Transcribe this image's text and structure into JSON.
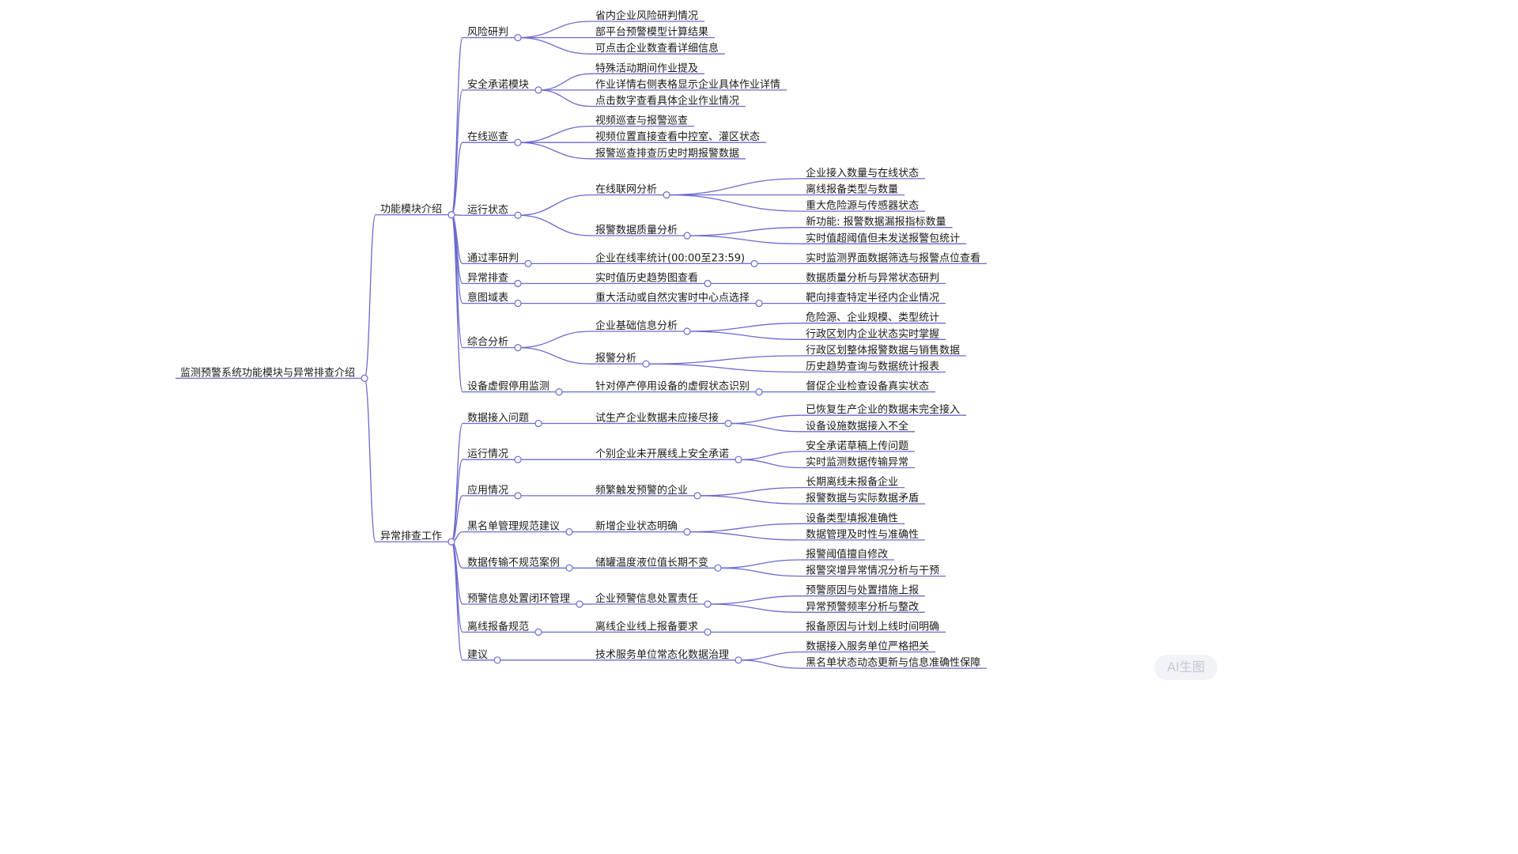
{
  "root": {
    "text": "监测预警系统功能模块与异常排查介绍",
    "children": [
      {
        "text": "功能模块介绍",
        "children": [
          {
            "text": "风险研判",
            "children": [
              {
                "text": "省内企业风险研判情况"
              },
              {
                "text": "部平台预警模型计算结果"
              },
              {
                "text": "可点击企业数查看详细信息"
              }
            ]
          },
          {
            "text": "安全承诺模块",
            "children": [
              {
                "text": "特殊活动期间作业提及"
              },
              {
                "text": "作业详情右侧表格显示企业具体作业详情"
              },
              {
                "text": "点击数字查看具体企业作业情况"
              }
            ]
          },
          {
            "text": "在线巡查",
            "children": [
              {
                "text": "视频巡查与报警巡查"
              },
              {
                "text": "视频位置直接查看中控室、灌区状态"
              },
              {
                "text": "报警巡查排查历史时期报警数据"
              }
            ]
          },
          {
            "text": "运行状态",
            "children": [
              {
                "text": "在线联网分析",
                "children": [
                  {
                    "text": "企业接入数量与在线状态"
                  },
                  {
                    "text": "离线报备类型与数量"
                  },
                  {
                    "text": "重大危险源与传感器状态"
                  }
                ]
              },
              {
                "text": "报警数据质量分析",
                "children": [
                  {
                    "text": "新功能: 报警数据漏报指标数量"
                  },
                  {
                    "text": "实时值超阈值但未发送报警包统计"
                  }
                ]
              }
            ]
          },
          {
            "text": "通过率研判",
            "children": [
              {
                "text": "企业在线率统计(00:00至23:59)",
                "children": [
                  {
                    "text": "实时监测界面数据筛选与报警点位查看"
                  }
                ]
              }
            ]
          },
          {
            "text": "异常排查",
            "children": [
              {
                "text": "实时值历史趋势图查看",
                "children": [
                  {
                    "text": "数据质量分析与异常状态研判"
                  }
                ]
              }
            ]
          },
          {
            "text": "意图域表",
            "children": [
              {
                "text": "重大活动或自然灾害时中心点选择",
                "children": [
                  {
                    "text": "靶向排查特定半径内企业情况"
                  }
                ]
              }
            ]
          },
          {
            "text": "综合分析",
            "children": [
              {
                "text": "企业基础信息分析",
                "children": [
                  {
                    "text": "危险源、企业规模、类型统计"
                  },
                  {
                    "text": "行政区划内企业状态实时掌握"
                  }
                ]
              },
              {
                "text": "报警分析",
                "children": [
                  {
                    "text": "行政区划整体报警数据与销售数据"
                  },
                  {
                    "text": "历史趋势查询与数据统计报表"
                  }
                ]
              }
            ]
          },
          {
            "text": "设备虚假停用监测",
            "children": [
              {
                "text": "针对停产停用设备的虚假状态识别",
                "children": [
                  {
                    "text": "督促企业检查设备真实状态"
                  }
                ]
              }
            ]
          }
        ]
      },
      {
        "text": "异常排查工作",
        "children": [
          {
            "text": "数据接入问题",
            "children": [
              {
                "text": "试生产企业数据未应接尽接",
                "children": [
                  {
                    "text": "已恢复生产企业的数据未完全接入"
                  },
                  {
                    "text": "设备设施数据接入不全"
                  }
                ]
              }
            ]
          },
          {
            "text": "运行情况",
            "children": [
              {
                "text": "个别企业未开展线上安全承诺",
                "children": [
                  {
                    "text": "安全承诺草稿上传问题"
                  },
                  {
                    "text": "实时监测数据传输异常"
                  }
                ]
              }
            ]
          },
          {
            "text": "应用情况",
            "children": [
              {
                "text": "频繁触发预警的企业",
                "children": [
                  {
                    "text": "长期离线未报备企业"
                  },
                  {
                    "text": "报警数据与实际数据矛盾"
                  }
                ]
              }
            ]
          },
          {
            "text": "黑名单管理规范建议",
            "children": [
              {
                "text": "新增企业状态明确",
                "children": [
                  {
                    "text": "设备类型填报准确性"
                  },
                  {
                    "text": "数据管理及时性与准确性"
                  }
                ]
              }
            ]
          },
          {
            "text": "数据传输不规范案例",
            "children": [
              {
                "text": "储罐温度液位值长期不变",
                "children": [
                  {
                    "text": "报警阈值擅自修改"
                  },
                  {
                    "text": "报警突增异常情况分析与干预"
                  }
                ]
              }
            ]
          },
          {
            "text": "预警信息处置闭环管理",
            "children": [
              {
                "text": "企业预警信息处置责任",
                "children": [
                  {
                    "text": "预警原因与处置措施上报"
                  },
                  {
                    "text": "异常预警频率分析与整改"
                  }
                ]
              }
            ]
          },
          {
            "text": "离线报备规范",
            "children": [
              {
                "text": "离线企业线上报备要求",
                "children": [
                  {
                    "text": "报备原因与计划上线时间明确"
                  }
                ]
              }
            ]
          },
          {
            "text": "建议",
            "children": [
              {
                "text": "技术服务单位常态化数据治理",
                "children": [
                  {
                    "text": "数据接入服务单位严格把关"
                  },
                  {
                    "text": "黑名单状态动态更新与信息准确性保障"
                  }
                ]
              }
            ]
          }
        ]
      }
    ]
  },
  "watermark": "AI生图",
  "colors": {
    "line": "#6a6ad0",
    "text": "#1a1a1a",
    "background": "#ffffff"
  }
}
